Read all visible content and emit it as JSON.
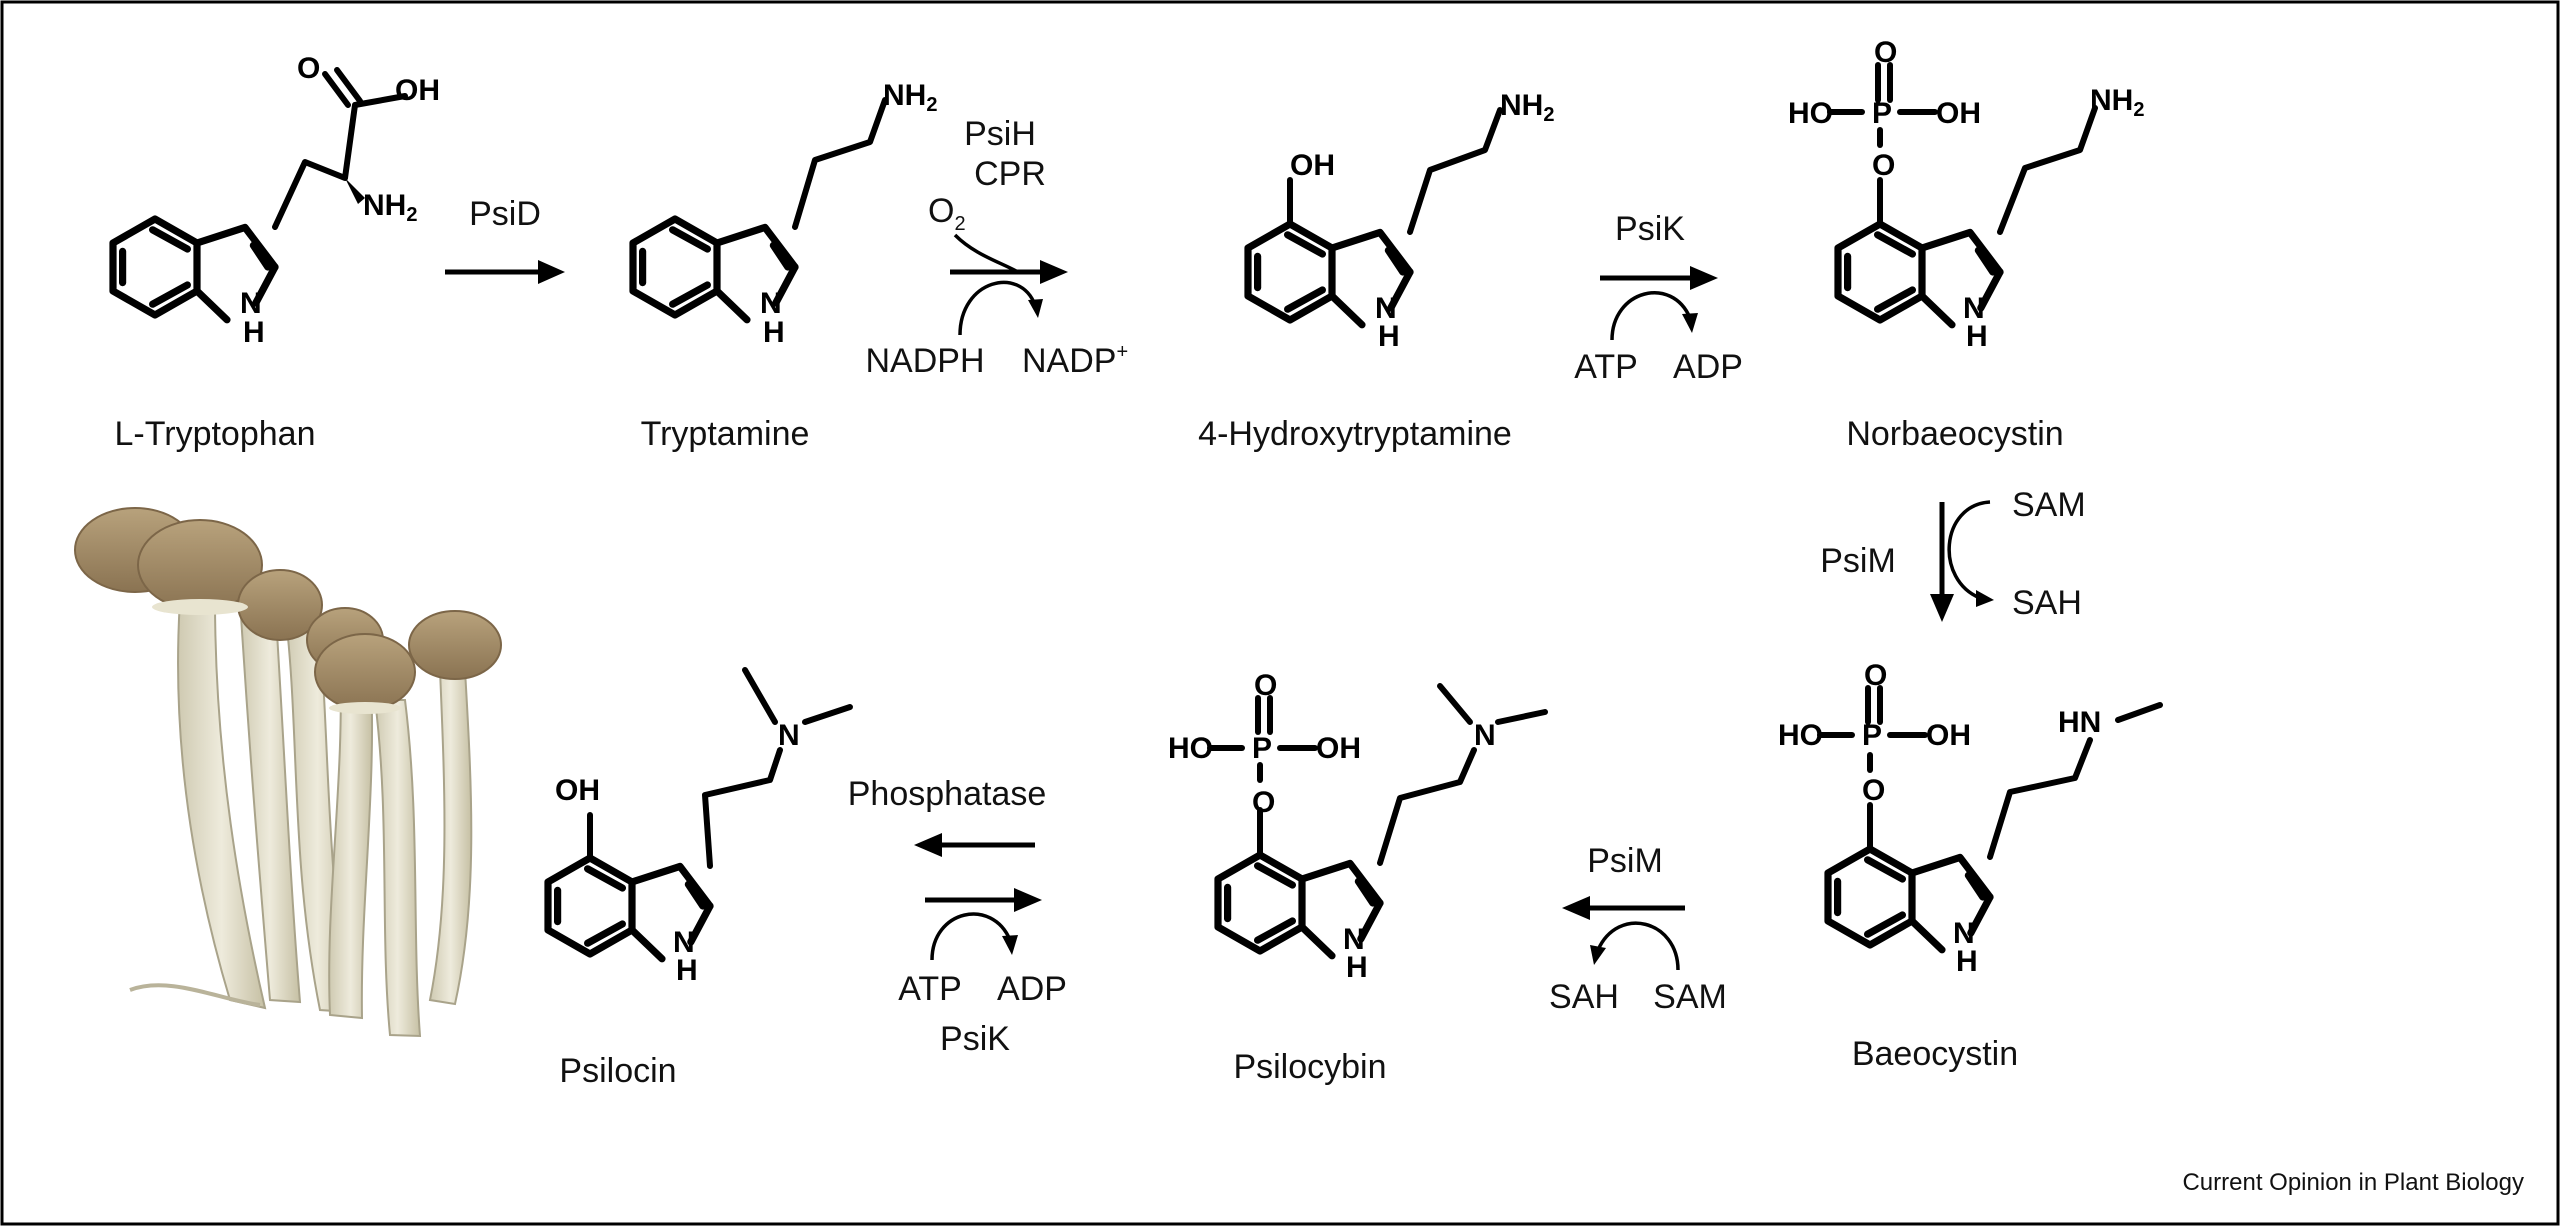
{
  "compounds": {
    "tryptophan": "L-Tryptophan",
    "tryptamine": "Tryptamine",
    "hydroxytryptamine": "4-Hydroxytryptamine",
    "norbaeocystin": "Norbaeocystin",
    "baeocystin": "Baeocystin",
    "psilocybin": "Psilocybin",
    "psilocin": "Psilocin"
  },
  "enzymes": {
    "psid": "PsiD",
    "psih": "PsiH",
    "cpr": "CPR",
    "psik": "PsiK",
    "psim": "PsiM",
    "phosphatase": "Phosphatase"
  },
  "cofactors": {
    "o2": "O",
    "o2_sub": "2",
    "nadph": "NADPH",
    "nadp": "NADP",
    "nadp_sup": "+",
    "atp": "ATP",
    "adp": "ADP",
    "sam": "SAM",
    "sah": "SAH"
  },
  "atoms": {
    "o": "O",
    "oh": "OH",
    "ho": "HO",
    "p": "P",
    "n": "N",
    "h": "H",
    "hn": "HN",
    "nh": "NH",
    "nh2_sub": "2"
  },
  "credit": "Current Opinion in Plant Biology",
  "colors": {
    "border": "#000000",
    "mushroom_cap": "#9c8461",
    "mushroom_stem": "#dcd8c4"
  }
}
